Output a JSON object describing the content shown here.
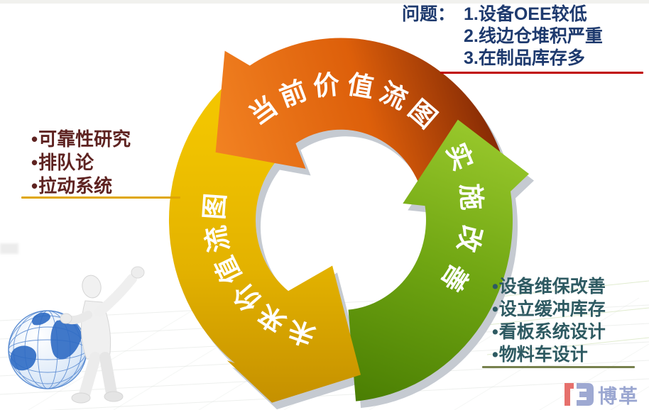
{
  "problem_box": {
    "label": "问题：",
    "items": [
      "1.设备OEE较低",
      "2.线边仓堆积严重",
      "3.在制品库存多"
    ]
  },
  "cycle_steps": [
    {
      "id": "current-vsm",
      "label": "当前价值流图"
    },
    {
      "id": "future-vsm",
      "label": "未来价值流图"
    },
    {
      "id": "implement",
      "label": "实施改善"
    }
  ],
  "left_notes": {
    "bullet": "•",
    "items": [
      "可靠性研究",
      "排队论",
      "拉动系统"
    ]
  },
  "right_notes": {
    "bullet": "•",
    "items": [
      "设备维保改善",
      "设立缓冲库存",
      "看板系统设计",
      "物料车设计"
    ]
  },
  "logo": {
    "text": "博革"
  },
  "colors": {
    "current_vsm_orange": "#e06a10",
    "future_vsm_yellow": "#e2af00",
    "implement_green": "#76a812",
    "problem_text": "#1e3a6e",
    "underline_red": "#c00000",
    "notes_left_text": "#5e2321",
    "underline_gold": "#dfa605",
    "notes_right_text": "#2e5a62",
    "underline_olive": "#77814d",
    "logo_blue": "#8e9bcb",
    "logo_red": "#e25853",
    "arrow_shadow_gray": "#c5cad1"
  }
}
